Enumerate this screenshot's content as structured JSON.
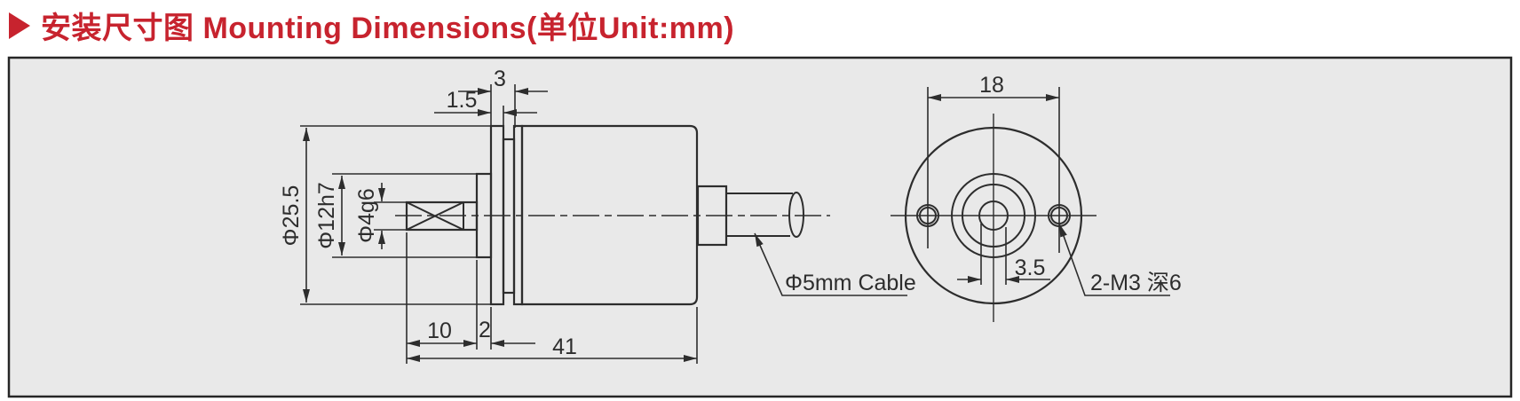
{
  "title": {
    "marker": "triangle-right",
    "text": "安装尺寸图 Mounting Dimensions(单位Unit:mm)"
  },
  "colors": {
    "accent_red": "#c7232e",
    "line": "#2d2d2d",
    "panel_bg": "#e9e9e9",
    "panel_border": "#262626"
  },
  "side_view": {
    "dim_flange_total": "3",
    "dim_flange_front": "1.5",
    "dim_body_diameter": "Φ25.5",
    "dim_boss_diameter": "Φ12h7",
    "dim_shaft_diameter": "Φ4g6",
    "dim_shaft_length": "10",
    "dim_boss_length": "2",
    "dim_body_length": "41",
    "cable_label": "Φ5mm Cable"
  },
  "front_view": {
    "dim_hole_spacing": "18",
    "dim_shaft_flat": "3.5",
    "hole_label": "2-M3 深6"
  }
}
